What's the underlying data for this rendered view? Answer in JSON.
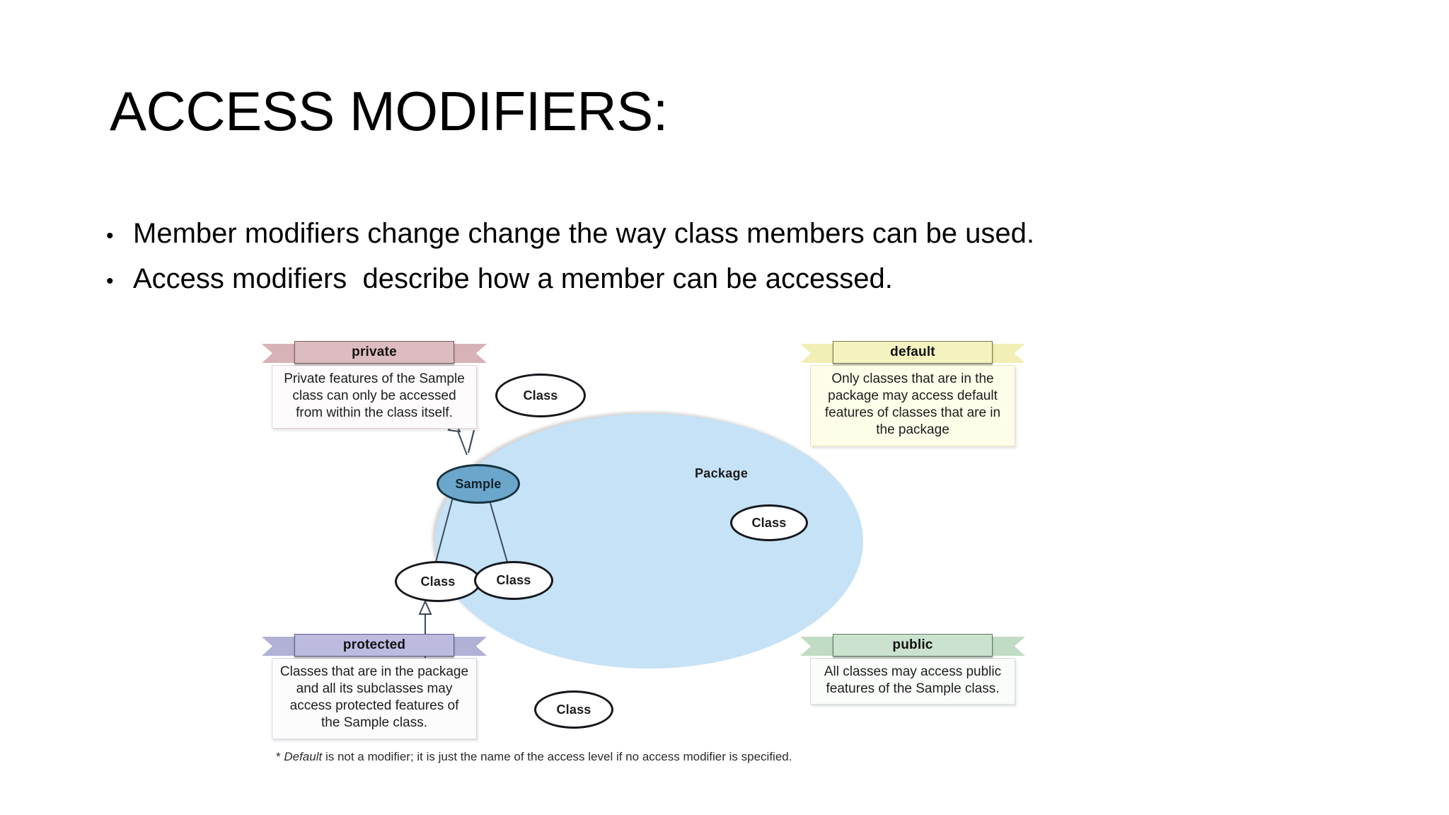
{
  "slide": {
    "title": "ACCESS MODIFIERS:",
    "bullets": [
      {
        "marker": "•",
        "text": "Member modifiers change change the way class members can be used."
      },
      {
        "marker": "•",
        "text": "Access modifiers  describe how a member can be accessed."
      }
    ]
  },
  "figure": {
    "package_label": "Package",
    "node_sample_label": "Sample",
    "node_class_label": "Class",
    "nodes": [
      {
        "name": "class-outside-top",
        "label": "Class"
      },
      {
        "name": "class-sample",
        "label": "Sample"
      },
      {
        "name": "class-in-package-right",
        "label": "Class"
      },
      {
        "name": "class-in-package-left",
        "label": "Class"
      },
      {
        "name": "class-in-package-mid",
        "label": "Class"
      },
      {
        "name": "class-outside-bottom-left",
        "label": "Class"
      },
      {
        "name": "class-outside-bottom-right",
        "label": "Class"
      }
    ],
    "footnote_prefix": "* ",
    "footnote_italic": "Default",
    "footnote_rest": " is not a modifier; it is just the name of the access level if no access modifier is specified.",
    "callouts": [
      {
        "id": "private",
        "title": "private",
        "body": "Private features of the Sample class can only be accessed from within the class itself.",
        "color": "#d9b6bb"
      },
      {
        "id": "default",
        "title": "default",
        "body": "Only classes that are in the package may access default features of classes that are in the package",
        "color": "#f2f0b9"
      },
      {
        "id": "protected",
        "title": "protected",
        "body": "Classes that are in the package and all its subclasses may access protected features of the Sample class.",
        "color": "#b3b2d8"
      },
      {
        "id": "public",
        "title": "public",
        "body": "All classes may access public features of the Sample class.",
        "color": "#c3ddc6"
      }
    ]
  },
  "colors": {
    "package_fill": "#c5e2f6",
    "sample_fill": "#6ca7cb",
    "node_stroke": "#15171c",
    "slide_background": "#ffffff"
  }
}
